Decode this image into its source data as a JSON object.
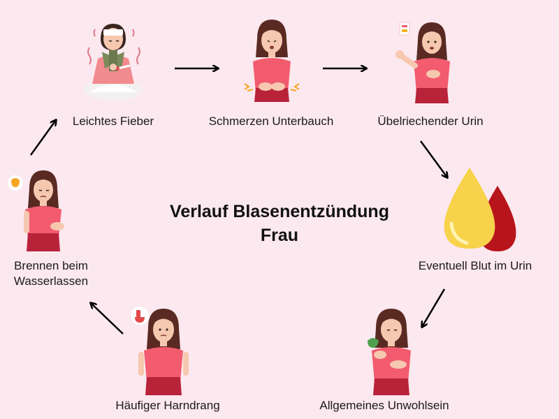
{
  "title": {
    "line1": "Verlauf Blasenentzündung",
    "line2": "Frau"
  },
  "steps": [
    {
      "label": "Leichtes Fieber",
      "icon": "fever-woman-thermometer-icon"
    },
    {
      "label": "Schmerzen Unterbauch",
      "icon": "woman-abdominal-pain-icon"
    },
    {
      "label": "Übelriechender Urin",
      "icon": "woman-bad-smell-icon"
    },
    {
      "label": "Eventuell Blut im Urin",
      "icon": "urine-and-blood-drops-icon"
    },
    {
      "label": "Allgemeines Unwohlsein",
      "icon": "woman-nausea-icon"
    },
    {
      "label": "Häufiger Harndrang",
      "icon": "woman-toilet-urge-icon"
    },
    {
      "label_line1": "Brennen beim",
      "label_line2": "Wasserlassen",
      "icon": "woman-burning-bladder-icon"
    }
  ],
  "colors": {
    "background": "#fce8ef",
    "shirt": "#f25c6e",
    "skirt": "#b8233a",
    "hair": "#5a2a22",
    "skin": "#f6c8b0",
    "urine": "#f7d24a",
    "blood": "#b8141c"
  }
}
